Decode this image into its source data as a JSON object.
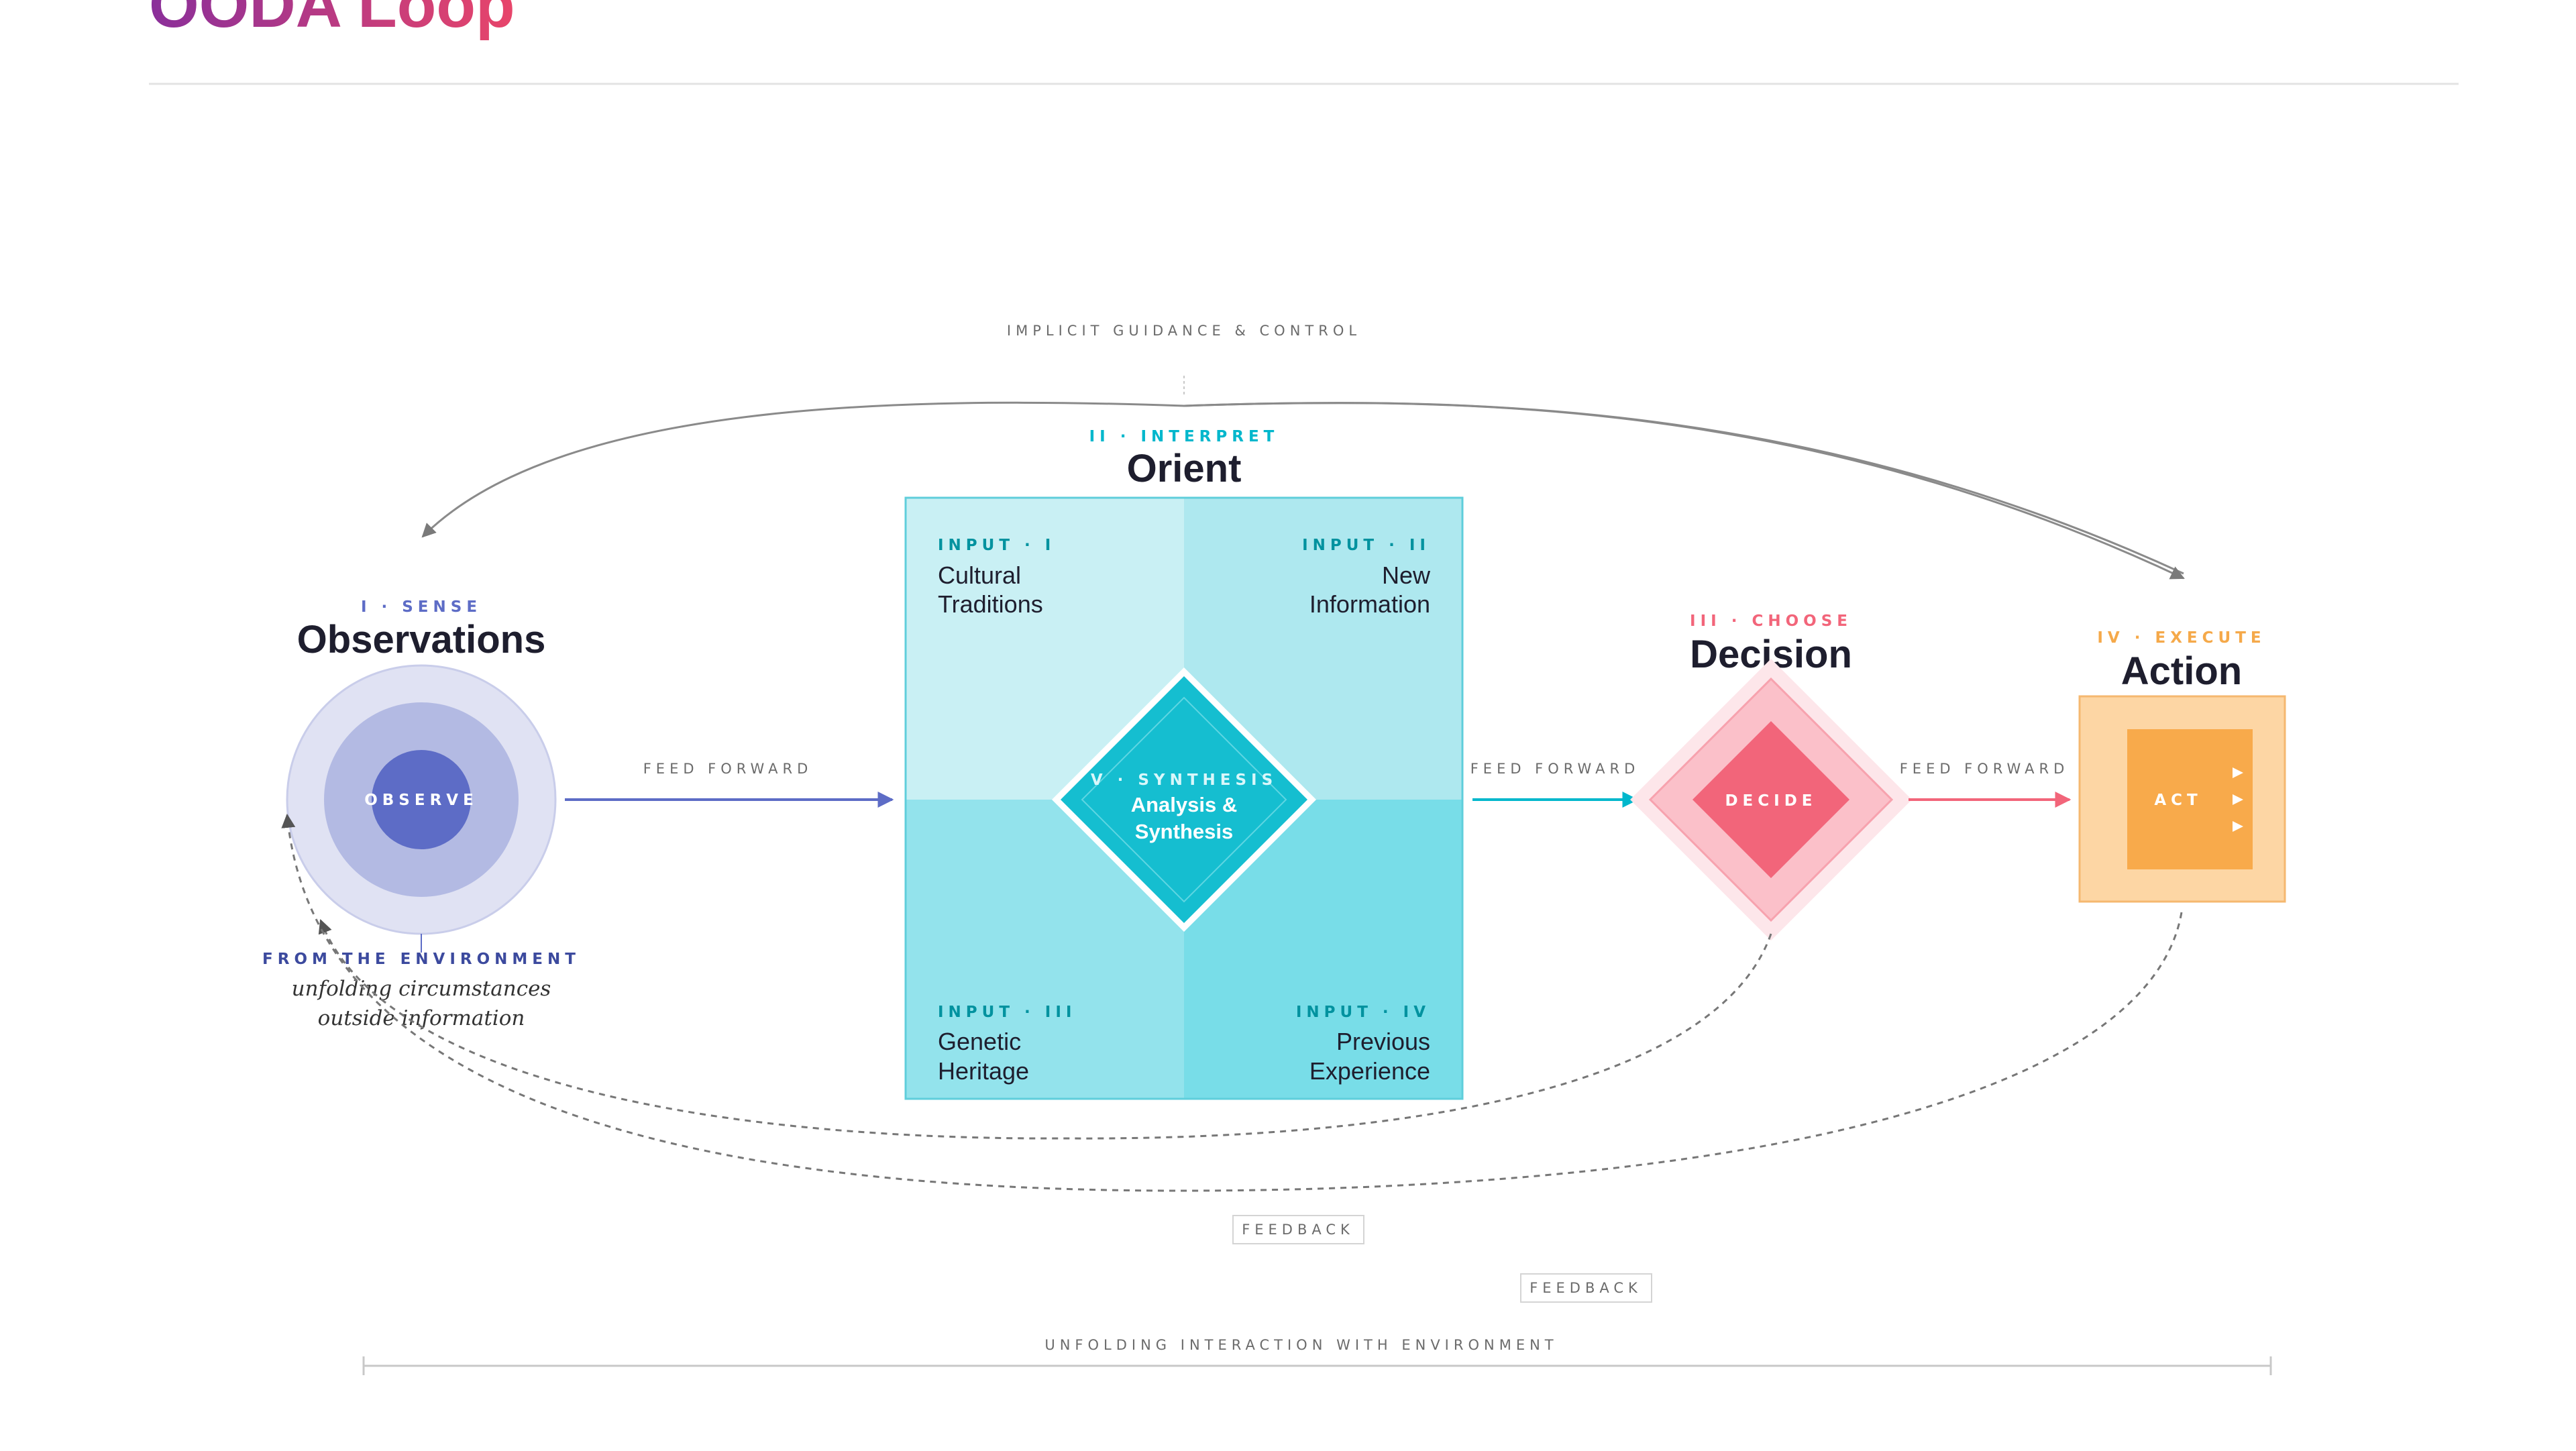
{
  "page": {
    "title": "OODA Loop",
    "title_gradient": [
      "#8a2f9a",
      "#e8456a"
    ]
  },
  "top": {
    "caption": "IMPLICIT GUIDANCE & CONTROL"
  },
  "observe": {
    "tag": "I · SENSE",
    "heading": "Observations",
    "core_label": "OBSERVE",
    "env_tag": "FROM THE ENVIRONMENT",
    "env_line1": "unfolding circumstances",
    "env_line2": "outside information",
    "color": "#5d6cc6"
  },
  "orient": {
    "tag": "II · INTERPRET",
    "heading": "Orient",
    "color": "#00b7cc",
    "inputs": [
      {
        "tag": "INPUT · I",
        "line1": "Cultural",
        "line2": "Traditions"
      },
      {
        "tag": "INPUT · II",
        "line1": "New",
        "line2": "Information"
      },
      {
        "tag": "INPUT · III",
        "line1": "Genetic",
        "line2": "Heritage"
      },
      {
        "tag": "INPUT · IV",
        "line1": "Previous",
        "line2": "Experience"
      }
    ],
    "synthesis": {
      "tag": "V · SYNTHESIS",
      "line1": "Analysis &",
      "line2": "Synthesis"
    }
  },
  "decide": {
    "tag": "III · CHOOSE",
    "heading": "Decision",
    "core_label": "DECIDE",
    "color": "#f2657a"
  },
  "act": {
    "tag": "IV · EXECUTE",
    "heading": "Action",
    "core_label": "ACT",
    "color": "#f5a94a"
  },
  "arrows": {
    "feed_forward_1": "FEED FORWARD",
    "feed_forward_2": "FEED FORWARD",
    "feed_forward_3": "FEED FORWARD"
  },
  "feedback": {
    "label_1": "FEEDBACK",
    "label_2": "FEEDBACK"
  },
  "bottom": {
    "caption": "UNFOLDING INTERACTION WITH ENVIRONMENT"
  }
}
